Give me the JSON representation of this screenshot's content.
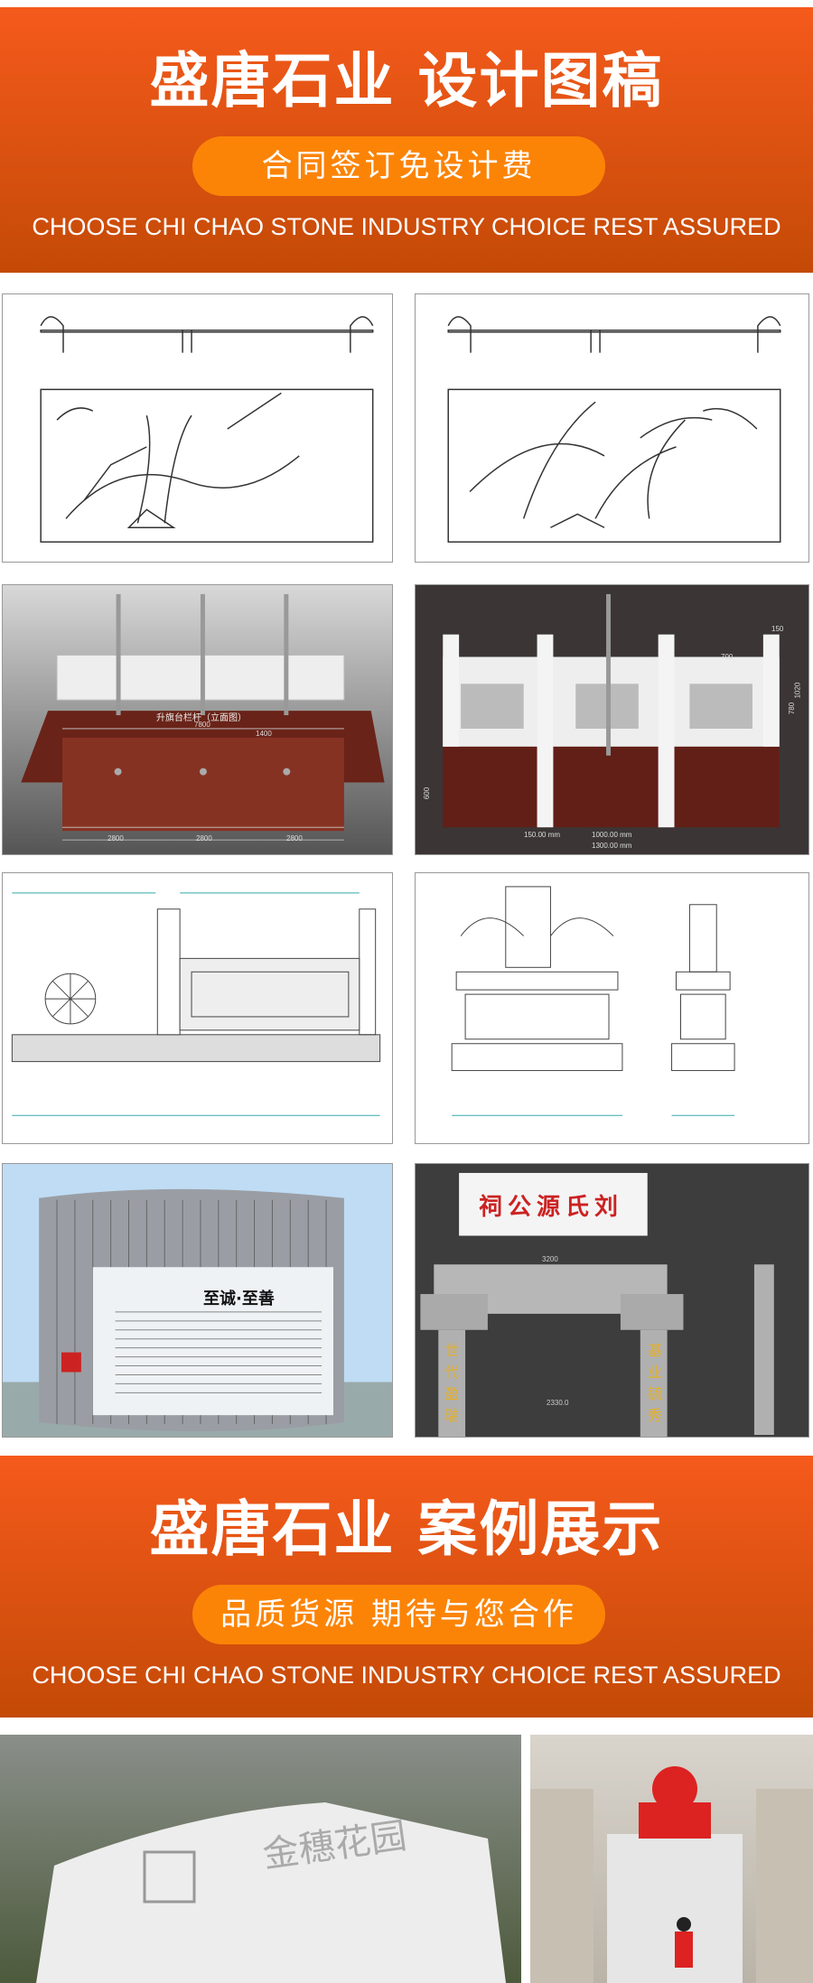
{
  "banner_design": {
    "title": "盛唐石业 设计图稿",
    "pill": "合同签订免设计费",
    "subtitle": "CHOOSE CHI CHAO STONE INDUSTRY CHOICE REST ASSURED"
  },
  "gallery": {
    "flag_platform_caption": "升旗台栏杆（立面图）",
    "dims_front": [
      "150.00 mm",
      "1000.00 mm",
      "1300.00 mm",
      "700",
      "150",
      "1020",
      "780",
      "600"
    ],
    "dims_plan": [
      "7800",
      "1400",
      "2800",
      "2800",
      "2800"
    ],
    "dims_arch": [
      "3200",
      "2330.0"
    ],
    "screen_title": "至诚·至善",
    "arch_plaque": "祠公源氏刘",
    "couplet_left": "世代盈瑞",
    "couplet_right": "基业毓秀"
  },
  "banner_cases": {
    "title": "盛唐石业 案例展示",
    "pill": "品质货源 期待与您合作",
    "subtitle": "CHOOSE CHI CHAO STONE INDUSTRY CHOICE REST ASSURED"
  },
  "photos": {
    "stone_text": "金穗花园"
  }
}
